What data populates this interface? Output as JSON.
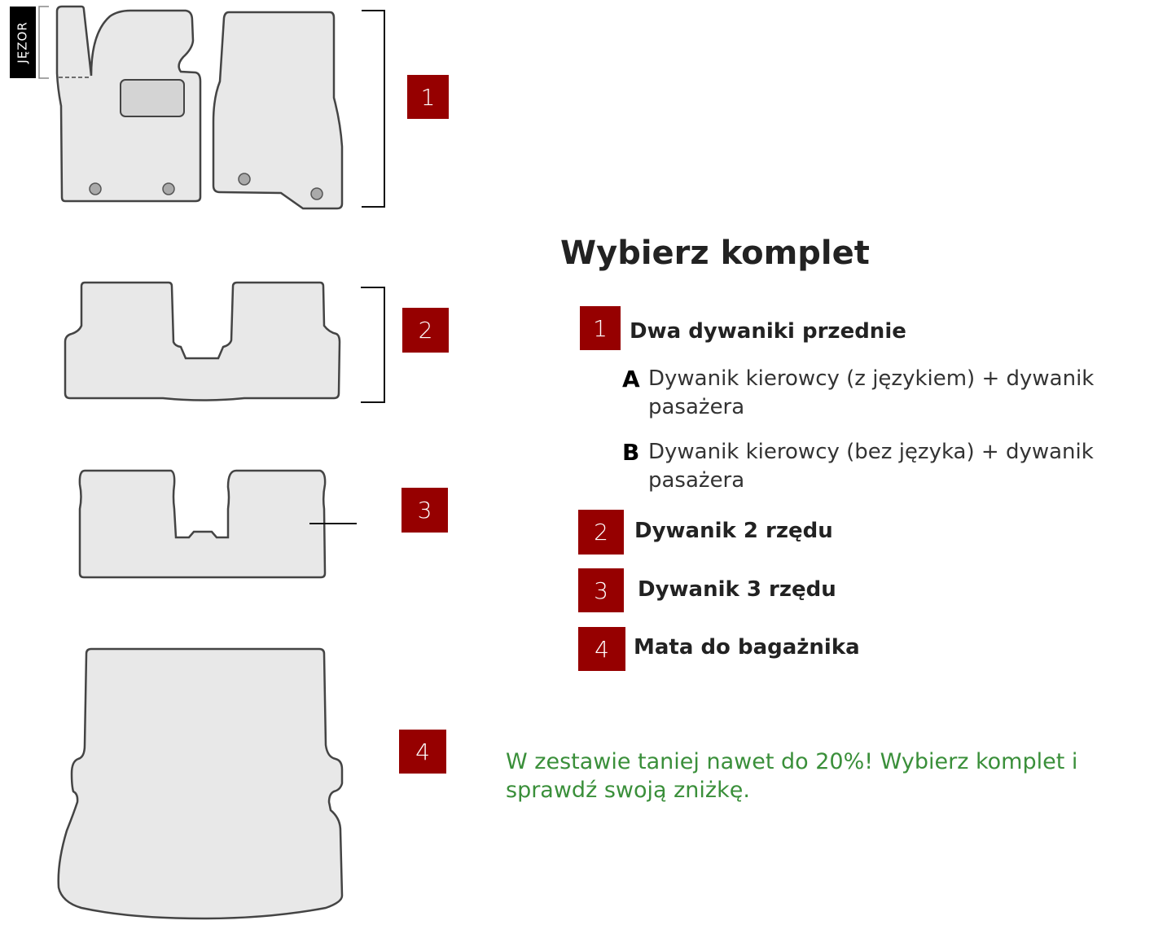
{
  "labels": {
    "tongue": "JĘZOR"
  },
  "diagram_numbers": [
    "1",
    "2",
    "3",
    "4"
  ],
  "heading": "Wybierz komplet",
  "options": [
    {
      "number": "1",
      "label": "Dwa dywaniki przednie",
      "variants": [
        {
          "letter": "A",
          "text": "Dywanik kierowcy (z językiem) + dywanik pasażera"
        },
        {
          "letter": "B",
          "text": "Dywanik kierowcy (bez języka) + dywanik pasażera"
        }
      ]
    },
    {
      "number": "2",
      "label": "Dywanik 2 rzędu"
    },
    {
      "number": "3",
      "label": "Dywanik 3 rzędu"
    },
    {
      "number": "4",
      "label": "Mata do bagażnika"
    }
  ],
  "promo": "W zestawie taniej nawet do 20%! Wybierz komplet i sprawdź swoją zniżkę.",
  "colors": {
    "accent": "#960000",
    "promo": "#3a8f3a",
    "mat_fill": "#e8e8e8",
    "mat_stroke": "#444444"
  }
}
